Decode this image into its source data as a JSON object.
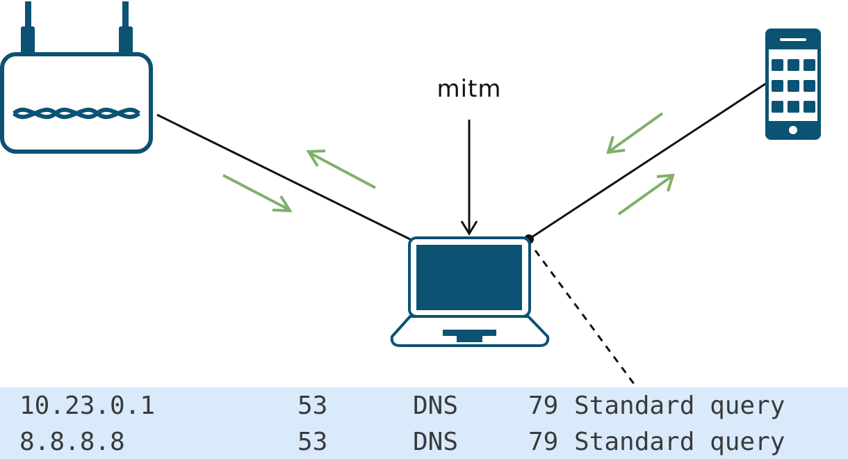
{
  "diagram": {
    "attacker_label": "mitm",
    "nodes": [
      {
        "id": "router",
        "icon": "router-icon"
      },
      {
        "id": "attacker-laptop",
        "icon": "laptop-icon"
      },
      {
        "id": "phone",
        "icon": "smartphone-icon"
      }
    ],
    "links": [
      {
        "from": "router",
        "to": "attacker-laptop",
        "style": "solid"
      },
      {
        "from": "phone",
        "to": "attacker-laptop",
        "style": "solid"
      },
      {
        "from": "attacker-laptop",
        "to": "packet-capture",
        "style": "dashed"
      }
    ],
    "colors": {
      "device": "#0b5273",
      "link": "#111111",
      "traffic_arrow": "#7fb069",
      "capture_background": "#d9eafb",
      "capture_text": "#3a3a3a"
    }
  },
  "capture": {
    "rows": [
      {
        "source": "10.23.0.1",
        "port": "53",
        "protocol": "DNS",
        "length": "79",
        "info": "Standard query"
      },
      {
        "source": "8.8.8.8",
        "port": "53",
        "protocol": "DNS",
        "length": "79",
        "info": "Standard query"
      }
    ]
  }
}
